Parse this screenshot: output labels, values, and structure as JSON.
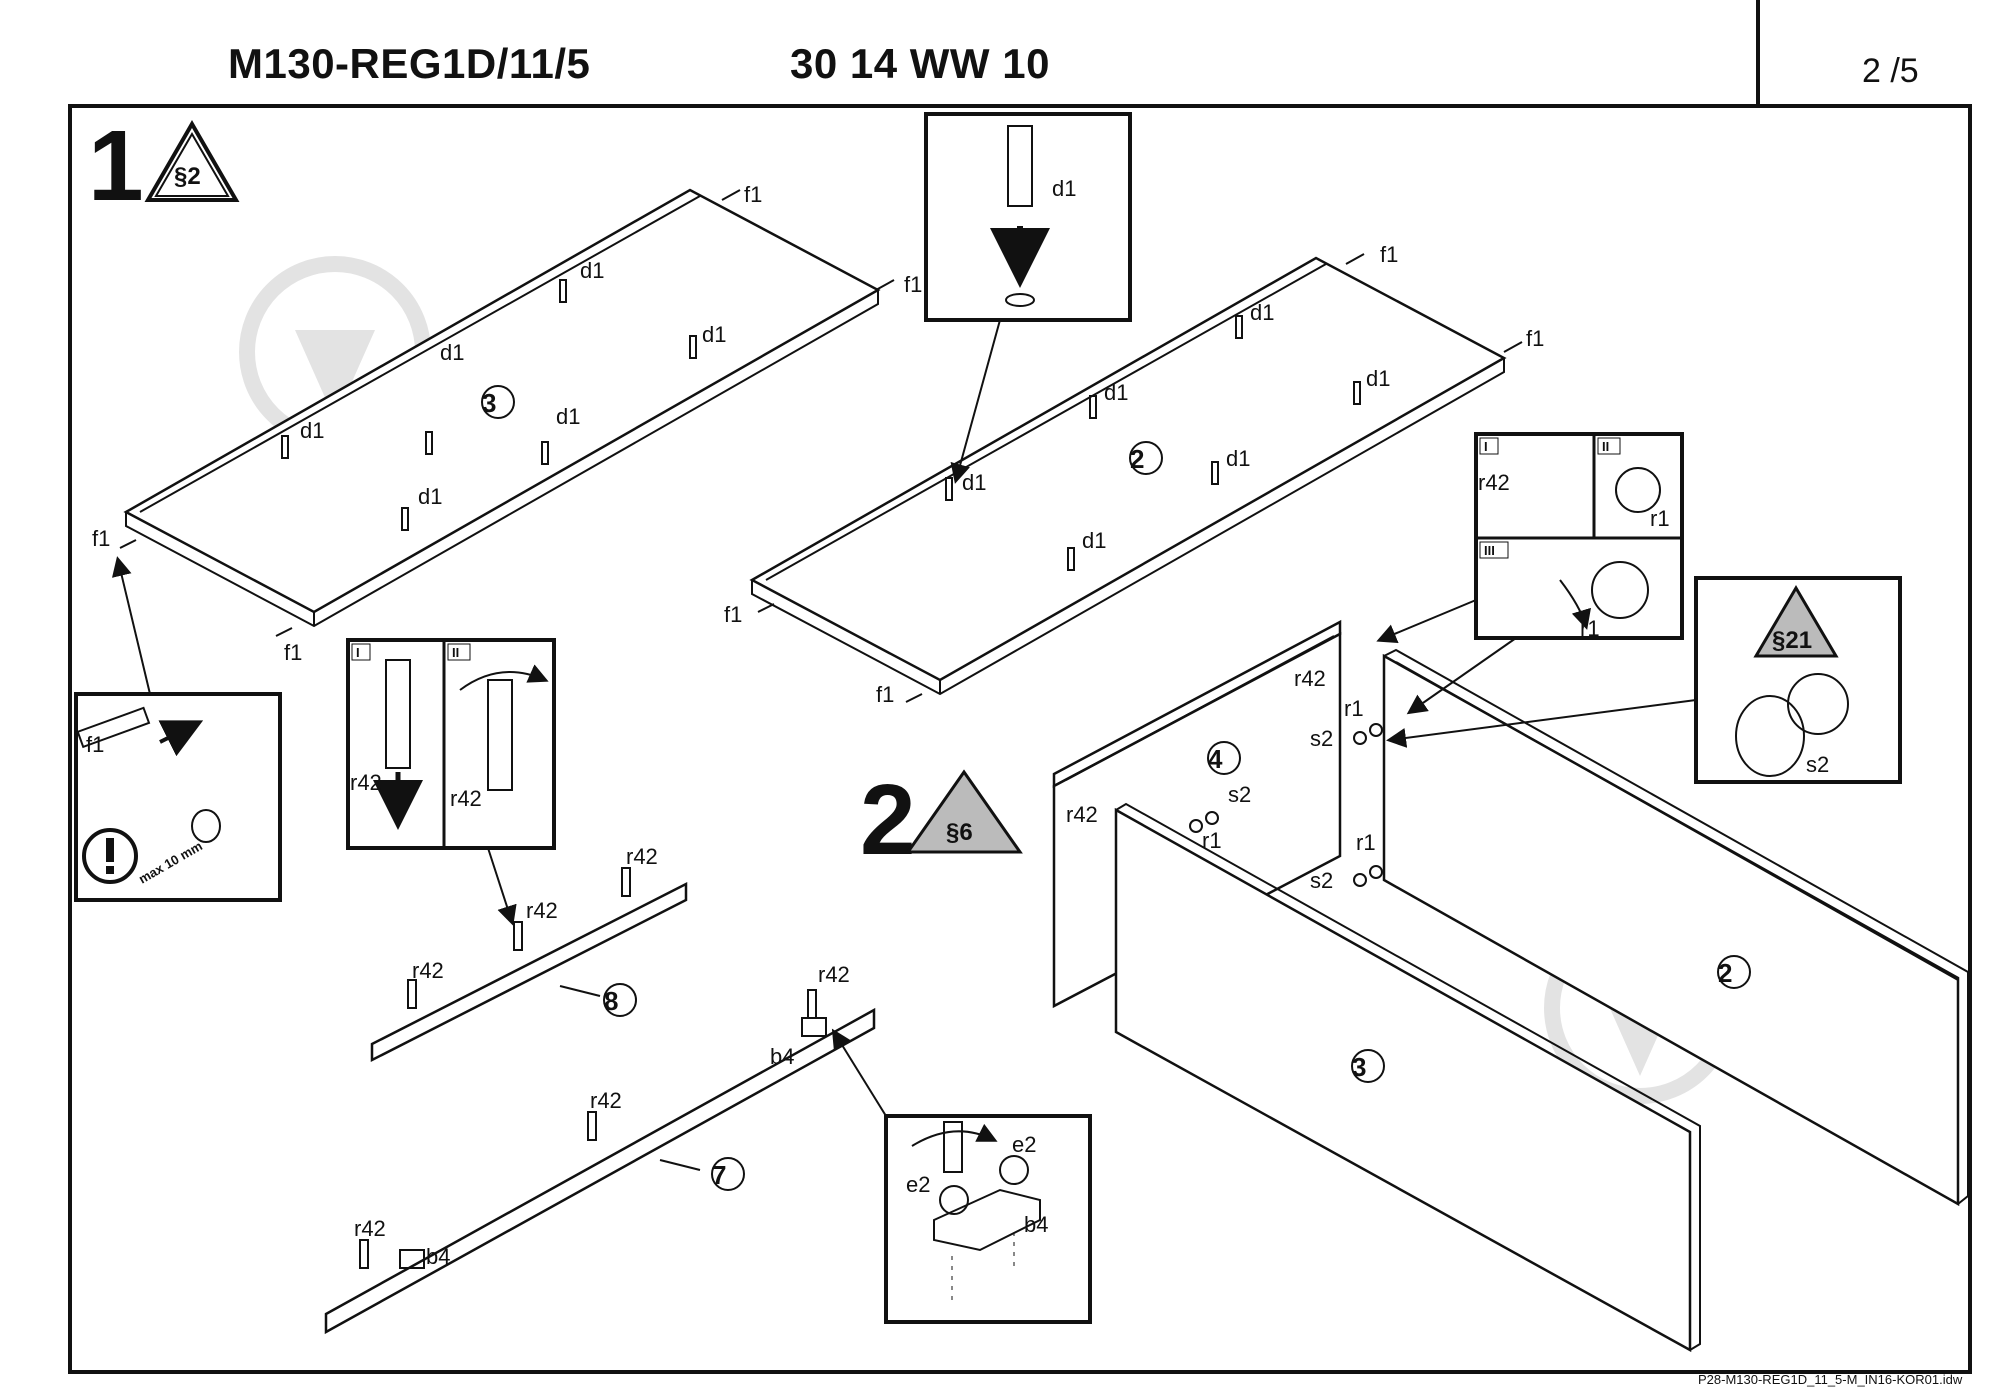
{
  "header": {
    "code": "M130-REG1D/11/5",
    "code2": "30 14 WW 10",
    "page": "2 /5"
  },
  "footer": {
    "filename": "P28-M130-REG1D_11_5-M_IN16-KOR01.idw"
  },
  "steps": [
    {
      "number": "1",
      "warning": "§2"
    },
    {
      "number": "2",
      "warning": "§6"
    }
  ],
  "warning_detail": "§21",
  "parts": {
    "p3": "3",
    "p2": "2",
    "p4": "4",
    "p8": "8",
    "p7": "7"
  },
  "labels": {
    "f1": "f1",
    "d1": "d1",
    "r42": "r42",
    "r1": "r1",
    "s2": "s2",
    "b4": "b4",
    "e2": "e2",
    "max": "max 10 mm"
  },
  "roman": {
    "i": "I",
    "ii": "II",
    "iii": "III"
  },
  "icons": [
    "exclamation-icon",
    "warning-triangle-icon",
    "watermark-icon",
    "rotate-arrow-icon"
  ]
}
